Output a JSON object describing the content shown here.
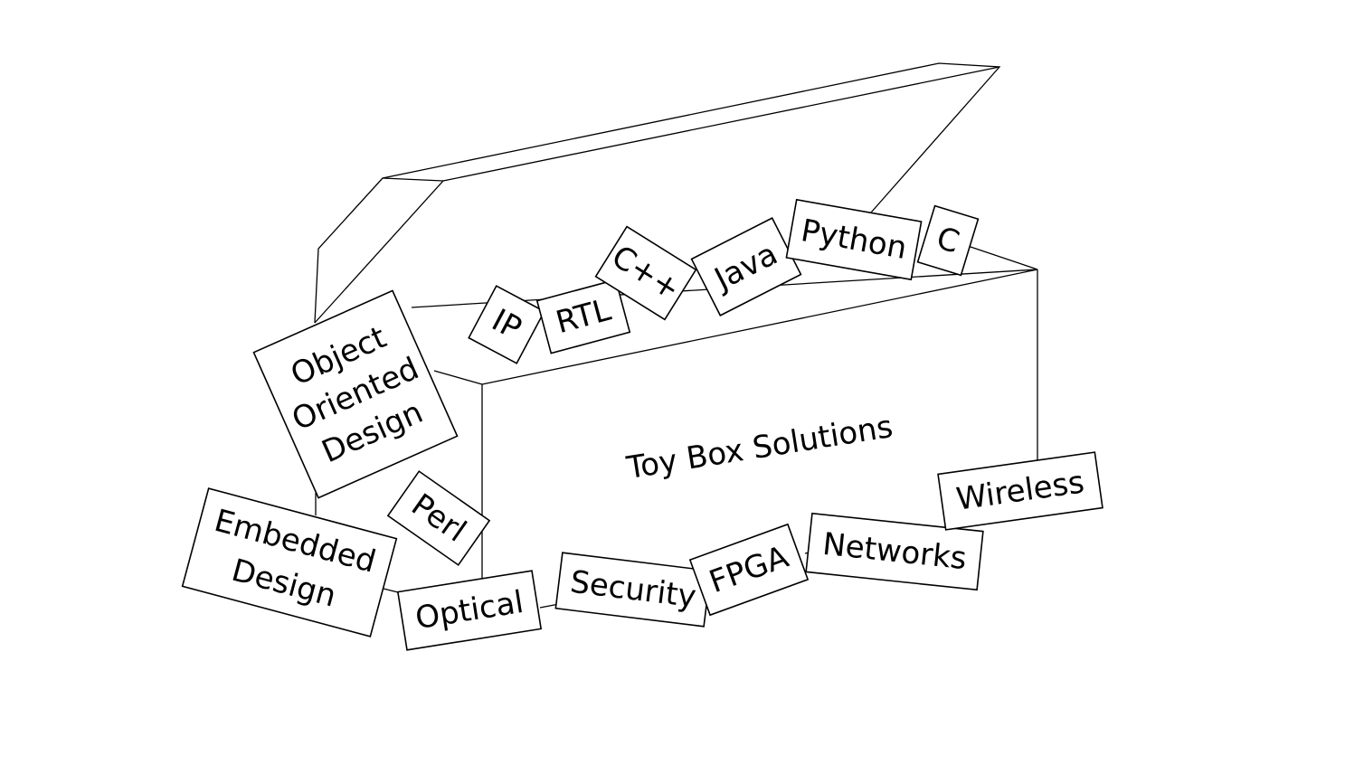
{
  "diagram": {
    "title": "Toy Box Solutions",
    "line_color": "#000000",
    "background": "#ffffff",
    "cards": [
      {
        "id": "object-oriented-design",
        "lines": [
          "Object",
          "Oriented",
          "Design"
        ]
      },
      {
        "id": "ip",
        "lines": [
          "IP"
        ]
      },
      {
        "id": "rtl",
        "lines": [
          "RTL"
        ]
      },
      {
        "id": "cpp",
        "lines": [
          "C++"
        ]
      },
      {
        "id": "java",
        "lines": [
          "Java"
        ]
      },
      {
        "id": "python",
        "lines": [
          "Python"
        ]
      },
      {
        "id": "c",
        "lines": [
          "C"
        ]
      },
      {
        "id": "embedded-design",
        "lines": [
          "Embedded",
          "Design"
        ]
      },
      {
        "id": "perl",
        "lines": [
          "Perl"
        ]
      },
      {
        "id": "optical",
        "lines": [
          "Optical"
        ]
      },
      {
        "id": "security",
        "lines": [
          "Security"
        ]
      },
      {
        "id": "fpga",
        "lines": [
          "FPGA"
        ]
      },
      {
        "id": "networks",
        "lines": [
          "Networks"
        ]
      },
      {
        "id": "wireless",
        "lines": [
          "Wireless"
        ]
      }
    ]
  }
}
